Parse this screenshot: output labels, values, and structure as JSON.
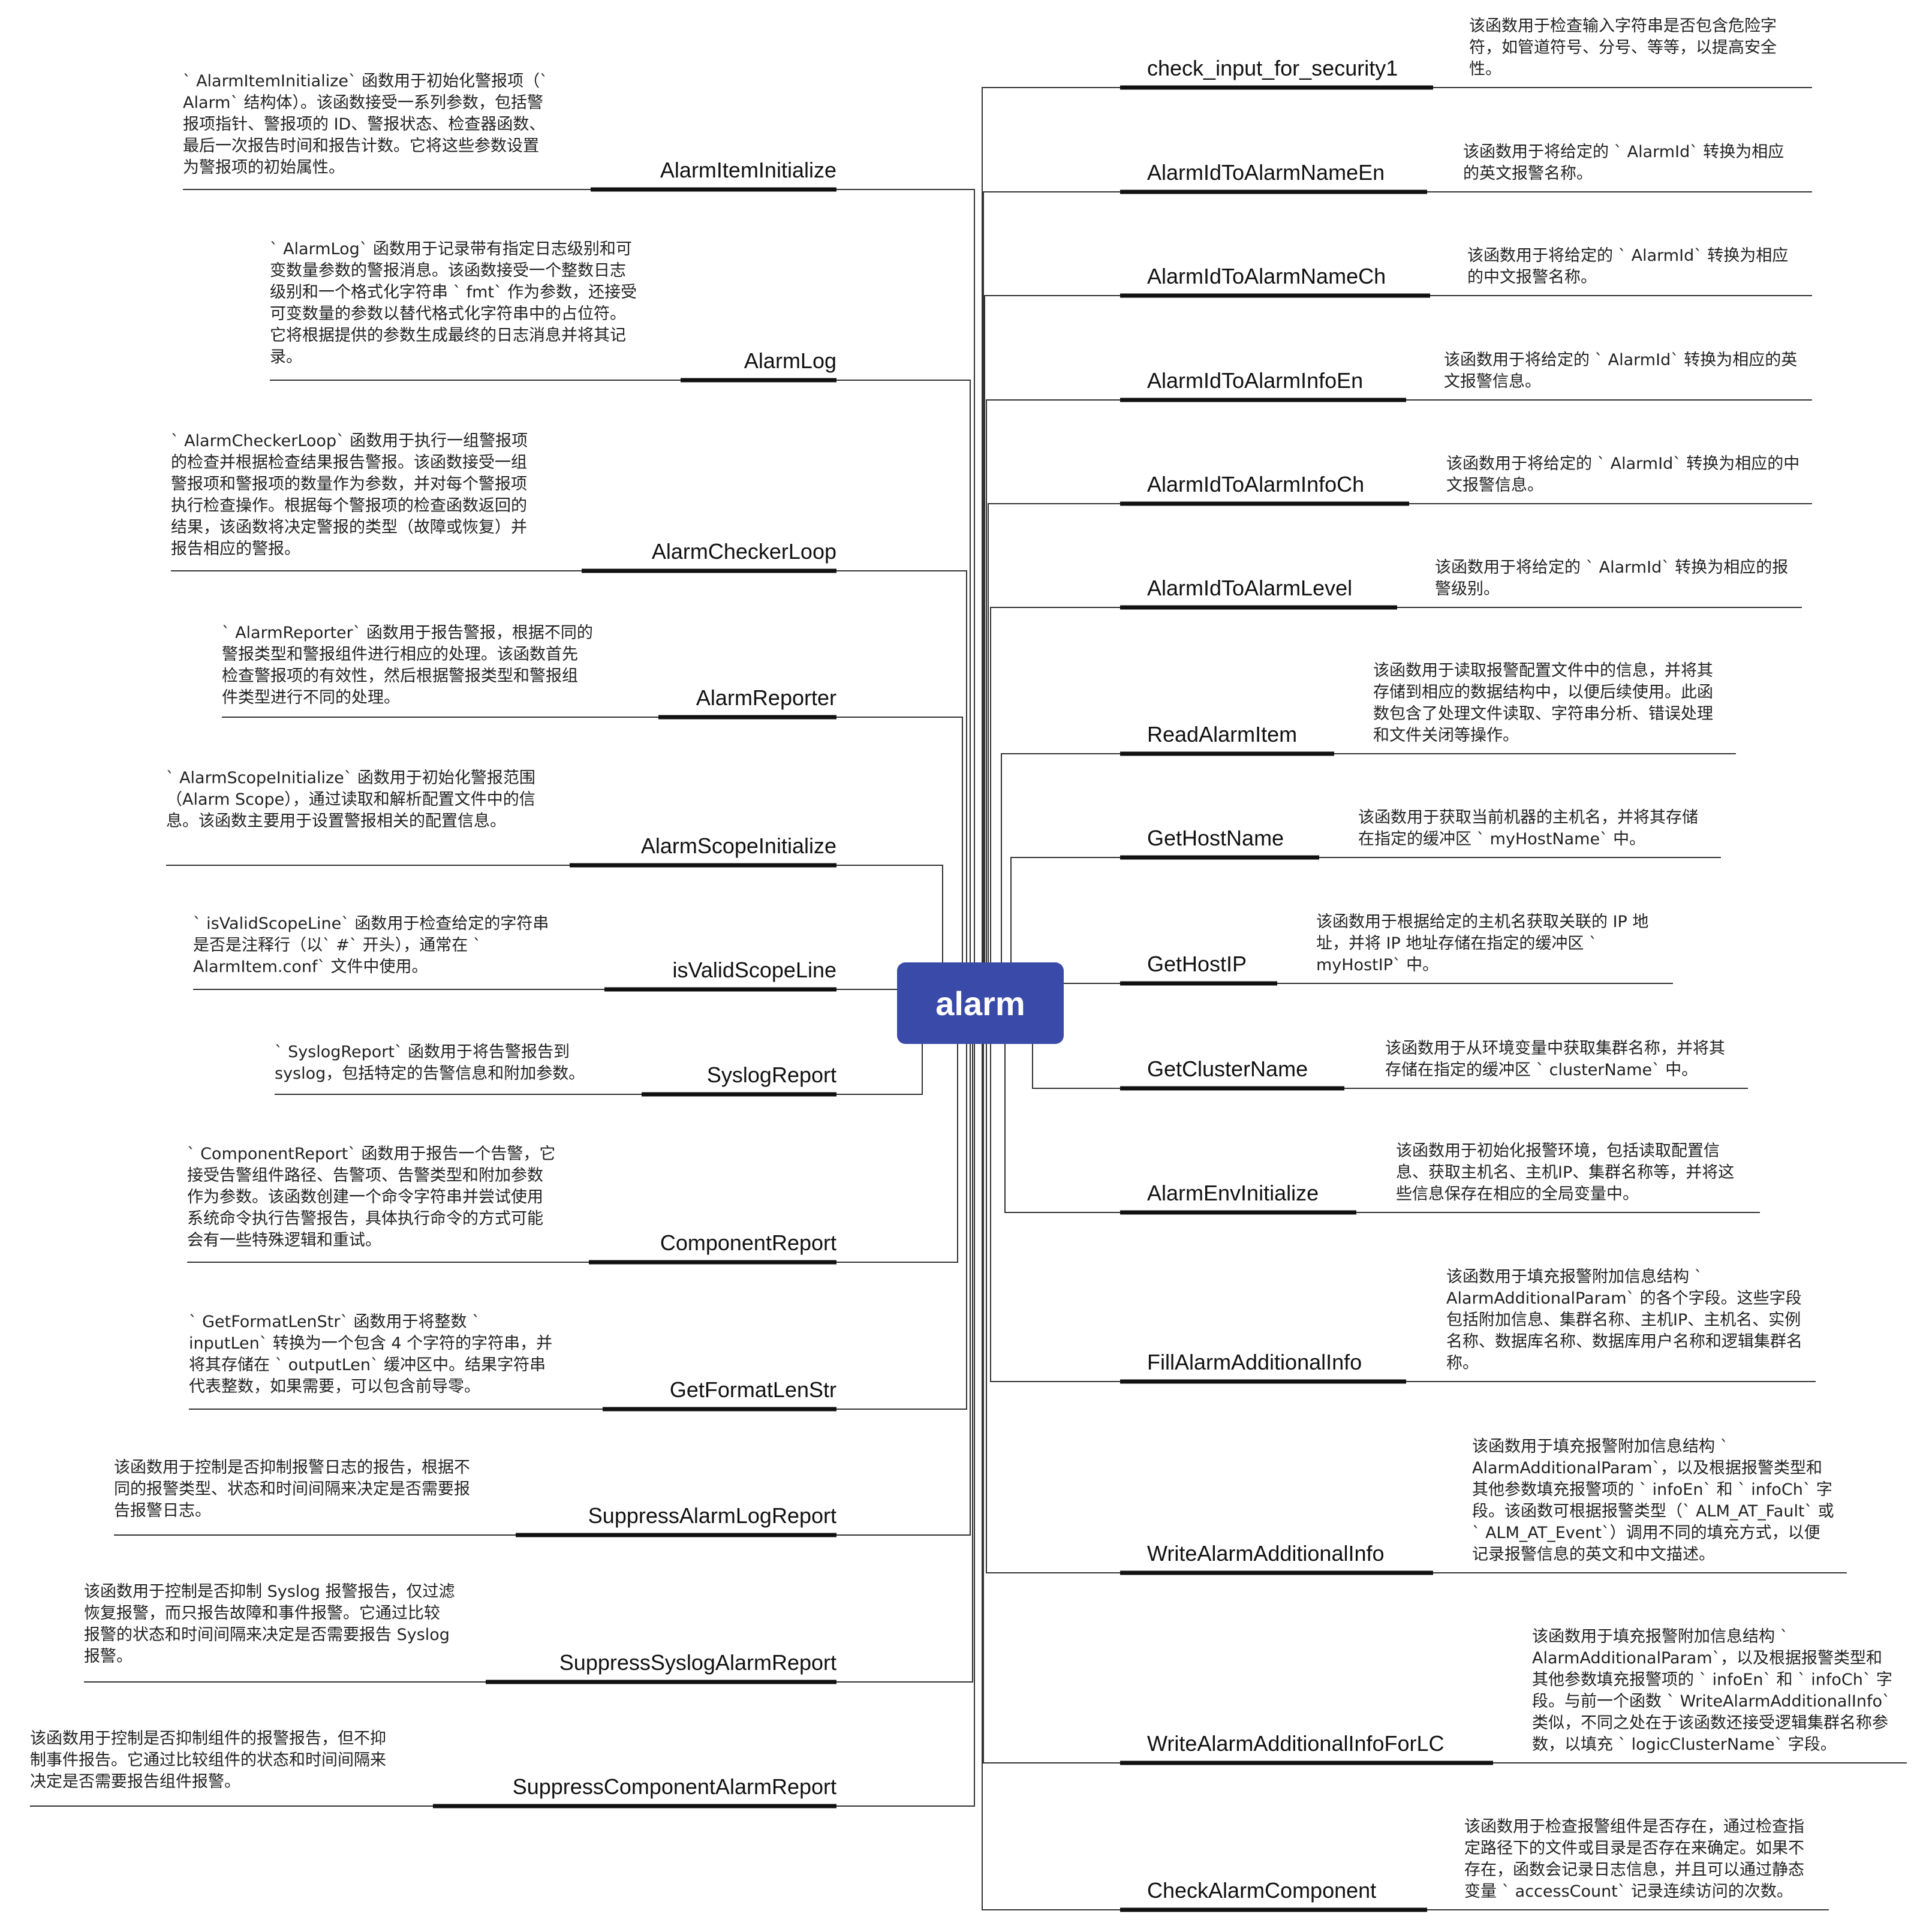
{
  "center": {
    "label": "alarm"
  },
  "left": [
    {
      "name": "AlarmItemInitialize",
      "desc": "` AlarmItemInitialize` 函数用于初始化警报项（` Alarm` 结构体）。该函数接受一系列参数，包括警报项指针、警报项的 ID、警报状态、检查器函数、最后一次报告时间和报告计数。它将这些参数设置为警报项的初始属性。"
    },
    {
      "name": "AlarmLog",
      "desc": "` AlarmLog` 函数用于记录带有指定日志级别和可变数量参数的警报消息。该函数接受一个整数日志级别和一个格式化字符串 ` fmt` 作为参数，还接受可变数量的参数以替代格式化字符串中的占位符。它将根据提供的参数生成最终的日志消息并将其记录。"
    },
    {
      "name": "AlarmCheckerLoop",
      "desc": "` AlarmCheckerLoop` 函数用于执行一组警报项的检查并根据检查结果报告警报。该函数接受一组警报项和警报项的数量作为参数，并对每个警报项执行检查操作。根据每个警报项的检查函数返回的结果，该函数将决定警报的类型（故障或恢复）并报告相应的警报。"
    },
    {
      "name": "AlarmReporter",
      "desc": "` AlarmReporter` 函数用于报告警报，根据不同的警报类型和警报组件进行相应的处理。该函数首先检查警报项的有效性，然后根据警报类型和警报组件类型进行不同的处理。"
    },
    {
      "name": "AlarmScopeInitialize",
      "desc": "` AlarmScopeInitialize` 函数用于初始化警报范围（Alarm Scope），通过读取和解析配置文件中的信息。该函数主要用于设置警报相关的配置信息。"
    },
    {
      "name": "isValidScopeLine",
      "desc": "` isValidScopeLine` 函数用于检查给定的字符串是否是注释行（以` #` 开头），通常在 ` AlarmItem.conf` 文件中使用。"
    },
    {
      "name": "SyslogReport",
      "desc": "` SyslogReport` 函数用于将告警报告到 syslog，包括特定的告警信息和附加参数。"
    },
    {
      "name": "ComponentReport",
      "desc": "` ComponentReport` 函数用于报告一个告警，它接受告警组件路径、告警项、告警类型和附加参数作为参数。该函数创建一个命令字符串并尝试使用系统命令执行告警报告，具体执行命令的方式可能会有一些特殊逻辑和重试。"
    },
    {
      "name": "GetFormatLenStr",
      "desc": "` GetFormatLenStr` 函数用于将整数 ` inputLen` 转换为一个包含 4 个字符的字符串，并将其存储在 ` outputLen` 缓冲区中。结果字符串代表整数，如果需要，可以包含前导零。"
    },
    {
      "name": "SuppressAlarmLogReport",
      "desc": "该函数用于控制是否抑制报警日志的报告，根据不同的报警类型、状态和时间间隔来决定是否需要报告报警日志。"
    },
    {
      "name": "SuppressSyslogAlarmReport",
      "desc": "该函数用于控制是否抑制 Syslog 报警报告，仅过滤恢复报警，而只报告故障和事件报警。它通过比较报警的状态和时间间隔来决定是否需要报告 Syslog 报警。"
    },
    {
      "name": "SuppressComponentAlarmReport",
      "desc": "该函数用于控制是否抑制组件的报警报告，但不抑制事件报告。它通过比较组件的状态和时间间隔来决定是否需要报告组件报警。"
    }
  ],
  "right": [
    {
      "name": "check_input_for_security1",
      "desc": "该函数用于检查输入字符串是否包含危险字符，如管道符号、分号、等等，以提高安全性。"
    },
    {
      "name": "AlarmIdToAlarmNameEn",
      "desc": "该函数用于将给定的 ` AlarmId` 转换为相应的英文报警名称。"
    },
    {
      "name": "AlarmIdToAlarmNameCh",
      "desc": "该函数用于将给定的 ` AlarmId` 转换为相应的中文报警名称。"
    },
    {
      "name": "AlarmIdToAlarmInfoEn",
      "desc": "该函数用于将给定的 ` AlarmId` 转换为相应的英文报警信息。"
    },
    {
      "name": "AlarmIdToAlarmInfoCh",
      "desc": "该函数用于将给定的 ` AlarmId` 转换为相应的中文报警信息。"
    },
    {
      "name": "AlarmIdToAlarmLevel",
      "desc": "该函数用于将给定的 ` AlarmId` 转换为相应的报警级别。"
    },
    {
      "name": "ReadAlarmItem",
      "desc": "该函数用于读取报警配置文件中的信息，并将其存储到相应的数据结构中，以便后续使用。此函数包含了处理文件读取、字符串分析、错误处理和文件关闭等操作。"
    },
    {
      "name": "GetHostName",
      "desc": "该函数用于获取当前机器的主机名，并将其存储在指定的缓冲区 ` myHostName` 中。"
    },
    {
      "name": "GetHostIP",
      "desc": "该函数用于根据给定的主机名获取关联的 IP 地址，并将 IP 地址存储在指定的缓冲区 ` myHostIP` 中。"
    },
    {
      "name": "GetClusterName",
      "desc": "该函数用于从环境变量中获取集群名称，并将其存储在指定的缓冲区 ` clusterName` 中。"
    },
    {
      "name": "AlarmEnvInitialize",
      "desc": "该函数用于初始化报警环境，包括读取配置信息、获取主机名、主机IP、集群名称等，并将这些信息保存在相应的全局变量中。"
    },
    {
      "name": "FillAlarmAdditionalInfo",
      "desc": "该函数用于填充报警附加信息结构 ` AlarmAdditionalParam` 的各个字段。这些字段包括附加信息、集群名称、主机IP、主机名、实例名称、数据库名称、数据库用户名称和逻辑集群名称。"
    },
    {
      "name": "WriteAlarmAdditionalInfo",
      "desc": "该函数用于填充报警附加信息结构 ` AlarmAdditionalParam`，以及根据报警类型和其他参数填充报警项的 ` infoEn` 和 ` infoCh` 字段。该函数可根据报警类型（` ALM_AT_Fault` 或 ` ALM_AT_Event`）调用不同的填充方式，以便记录报警信息的英文和中文描述。"
    },
    {
      "name": "WriteAlarmAdditionalInfoForLC",
      "desc": "该函数用于填充报警附加信息结构 ` AlarmAdditionalParam`，以及根据报警类型和其他参数填充报警项的 ` infoEn` 和 ` infoCh` 字段。与前一个函数 ` WriteAlarmAdditionalInfo` 类似，不同之处在于该函数还接受逻辑集群名称参数，以填充 ` logicClusterName` 字段。"
    },
    {
      "name": "CheckAlarmComponent",
      "desc": "该函数用于检查报警组件是否存在，通过检查指定路径下的文件或目录是否存在来确定。如果不存在，函数会记录日志信息，并且可以通过静态变量 ` accessCount` 记录连续访问的次数。"
    }
  ]
}
